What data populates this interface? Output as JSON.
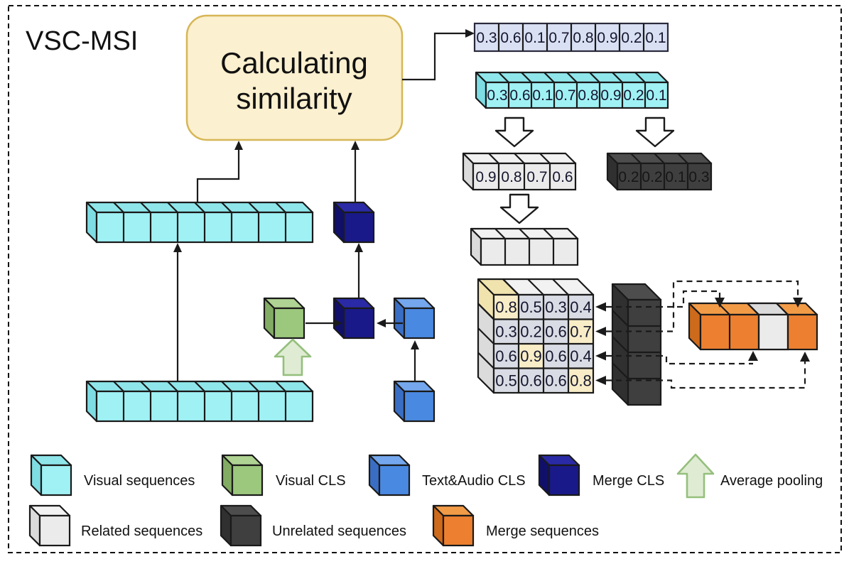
{
  "title": "VSC-MSI",
  "box": {
    "line1": "Calculating",
    "line2": "similarity"
  },
  "rows": {
    "similarity_scores": {
      "values": [
        "0.3",
        "0.6",
        "0.1",
        "0.7",
        "0.8",
        "0.9",
        "0.2",
        "0.1"
      ]
    },
    "visual_sequence": {
      "values": [
        "0.3",
        "0.6",
        "0.1",
        "0.7",
        "0.8",
        "0.9",
        "0.2",
        "0.1"
      ]
    },
    "related": {
      "values": [
        "0.9",
        "0.8",
        "0.7",
        "0.6"
      ]
    },
    "unrelated": {
      "values": [
        "0.2",
        "0.2",
        "0.1",
        "0.3"
      ]
    }
  },
  "matrix": {
    "rows": [
      [
        "0.8",
        "0.5",
        "0.3",
        "0.4"
      ],
      [
        "0.3",
        "0.2",
        "0.6",
        "0.7"
      ],
      [
        "0.6",
        "0.9",
        "0.6",
        "0.4"
      ],
      [
        "0.5",
        "0.6",
        "0.6",
        "0.8"
      ]
    ],
    "highlighted": [
      [
        0,
        0
      ],
      [
        1,
        3
      ],
      [
        2,
        1
      ],
      [
        3,
        3
      ]
    ]
  },
  "legend": {
    "items": [
      {
        "label": "Visual sequences",
        "swatch": "cyan-cube"
      },
      {
        "label": "Visual CLS",
        "swatch": "green-cube"
      },
      {
        "label": "Text&Audio CLS",
        "swatch": "blue-cube"
      },
      {
        "label": "Merge CLS",
        "swatch": "navy-cube"
      },
      {
        "label": "Average pooling",
        "swatch": "green-up-arrow"
      },
      {
        "label": "Related sequences",
        "swatch": "grey-cube"
      },
      {
        "label": "Unrelated sequences",
        "swatch": "dark-cube"
      },
      {
        "label": "Merge sequences",
        "swatch": "orange-cube"
      }
    ]
  },
  "colors": {
    "visual_sequences": "#9FF1F4",
    "visual_cls": "#9CC87D",
    "text_audio_cls": "#4A89E1",
    "merge_cls": "#191989",
    "related_sequences": "#EBEBEB",
    "unrelated_sequences": "#3F3F3F",
    "merge_sequences": "#EC8030",
    "highlight_cell": "#F8EDC7",
    "matrix_cell": "#D9DCE4",
    "score_row_fill": "#D9E0F3",
    "box_fill": "#FBF0CF",
    "box_stroke": "#D6B656",
    "pooling_arrow_fill": "#DFECD3",
    "pooling_arrow_stroke": "#95BF7D"
  }
}
